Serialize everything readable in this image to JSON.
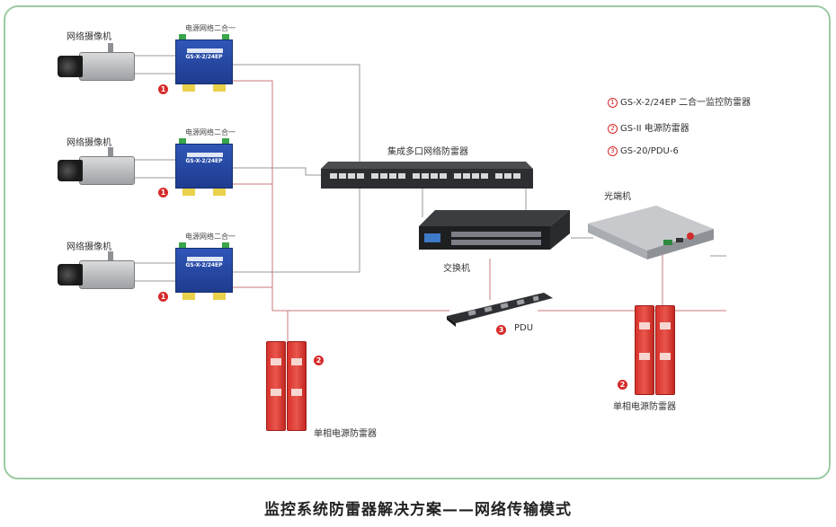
{
  "cameras": [
    {
      "label": "网络摄像机",
      "protector_header": "电源网络二合一",
      "protector_model": "GS-X-2/24EP",
      "badge": "1"
    },
    {
      "label": "网络摄像机",
      "protector_header": "电源网络二合一",
      "protector_model": "GS-X-2/24EP",
      "badge": "1"
    },
    {
      "label": "网络摄像机",
      "protector_header": "电源网络二合一",
      "protector_model": "GS-X-2/24EP",
      "badge": "1"
    }
  ],
  "network_protector_label": "集成多口网络防雷器",
  "switch_label": "交换机",
  "fiber_label": "光端机",
  "pdu": {
    "label": "PDU",
    "badge": "3"
  },
  "spd_left": {
    "label": "单相电源防雷器",
    "badge": "2"
  },
  "spd_right": {
    "label": "单相电源防雷器",
    "badge": "2"
  },
  "legend": [
    {
      "num": "1",
      "text": "GS-X-2/24EP 二合一监控防雷器"
    },
    {
      "num": "2",
      "text": "GS-II 电源防雷器"
    },
    {
      "num": "3",
      "text": "GS-20/PDU-6"
    }
  ],
  "caption": "监控系统防雷器解决方案——网络传输模式",
  "colors": {
    "border": "#9ccba2",
    "wire_red": "#c97a7a",
    "wire_gray": "#9a9a9a",
    "badge": "#d62a2a"
  }
}
